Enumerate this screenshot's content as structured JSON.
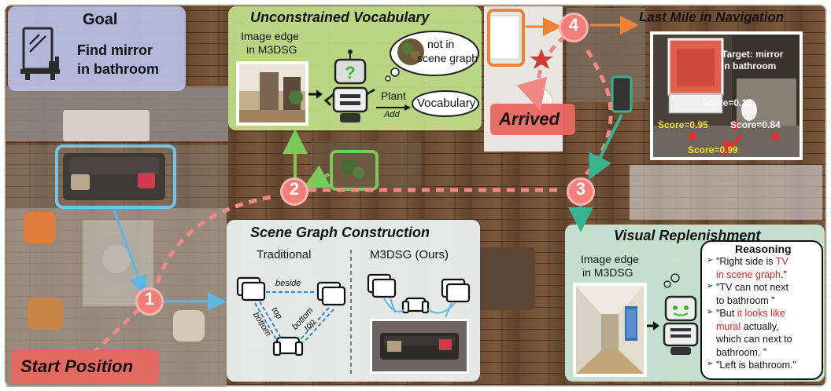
{
  "colors": {
    "goal_panel": "#b8bfe6",
    "vocab_panel": "#bfe08a",
    "scene_panel": "#eef2f3",
    "visual_panel": "#c9ead8",
    "path_pink": "#ee8a86",
    "node_circle": "#f07f7a",
    "arrow_blue": "#5fb6e2",
    "arrow_green": "#7cc85a",
    "arrow_teal": "#38b38e",
    "arrow_orange": "#f08234",
    "label_red": "#e8675f",
    "edge_blue": "#2e7fb8",
    "score_yellow": "#f3e33a",
    "highlight_red": "#c0302a"
  },
  "goal": {
    "title": "Goal",
    "instruction_line1": "Find mirror",
    "instruction_line2": "in bathroom"
  },
  "vocabulary": {
    "title": "Unconstrained Vocabulary",
    "image_edge_line1": "Image edge",
    "image_edge_line2": "in M3DSG",
    "bubble_line1": "not in",
    "bubble_line2": "scene graph",
    "object_label": "Plant",
    "action_label": "Add",
    "target_label": "Vocabulary"
  },
  "last_mile": {
    "title": "Last Mile in Navigation",
    "target_line1": "Target: mirror",
    "target_line2": "in bathroom",
    "scores": [
      "Score=0.11",
      "Score=0.95",
      "Score=0.84",
      "Score=0.99"
    ]
  },
  "scene_graph": {
    "title": "Scene Graph Construction",
    "traditional_label": "Traditional",
    "ours_label": "M3DSG (Ours)",
    "relations": [
      "beside",
      "top",
      "bottom",
      "bottom",
      "top"
    ]
  },
  "visual_replenishment": {
    "title": "Visual Replenishment",
    "image_edge_line1": "Image edge",
    "image_edge_line2": "in M3DSG",
    "reasoning_title": "Reasoning",
    "bullets": [
      {
        "parts": [
          {
            "text": "\"Right side is ",
            "red": false
          },
          {
            "text": "TV",
            "red": true
          }
        ]
      },
      {
        "parts": [
          {
            "text": "in scene graph",
            "red": true
          },
          {
            "text": ".\"",
            "red": false
          }
        ]
      },
      {
        "parts": [
          {
            "text": "\"TV can not next",
            "red": false
          }
        ]
      },
      {
        "parts": [
          {
            "text": "to bathroom \"",
            "red": false
          }
        ]
      },
      {
        "parts": [
          {
            "text": "\"But ",
            "red": false
          },
          {
            "text": "it looks like",
            "red": true
          }
        ]
      },
      {
        "parts": [
          {
            "text": "mural",
            "red": true
          },
          {
            "text": " actually,",
            "red": false
          }
        ]
      },
      {
        "parts": [
          {
            "text": "which can next to",
            "red": false
          }
        ]
      },
      {
        "parts": [
          {
            "text": "bathroom. \"",
            "red": false
          }
        ]
      },
      {
        "parts": [
          {
            "text": "\"Left is bathroom.\"",
            "red": false
          }
        ]
      }
    ]
  },
  "nodes": [
    "1",
    "2",
    "3",
    "4"
  ],
  "labels": {
    "start": "Start Position",
    "arrived": "Arrived"
  }
}
